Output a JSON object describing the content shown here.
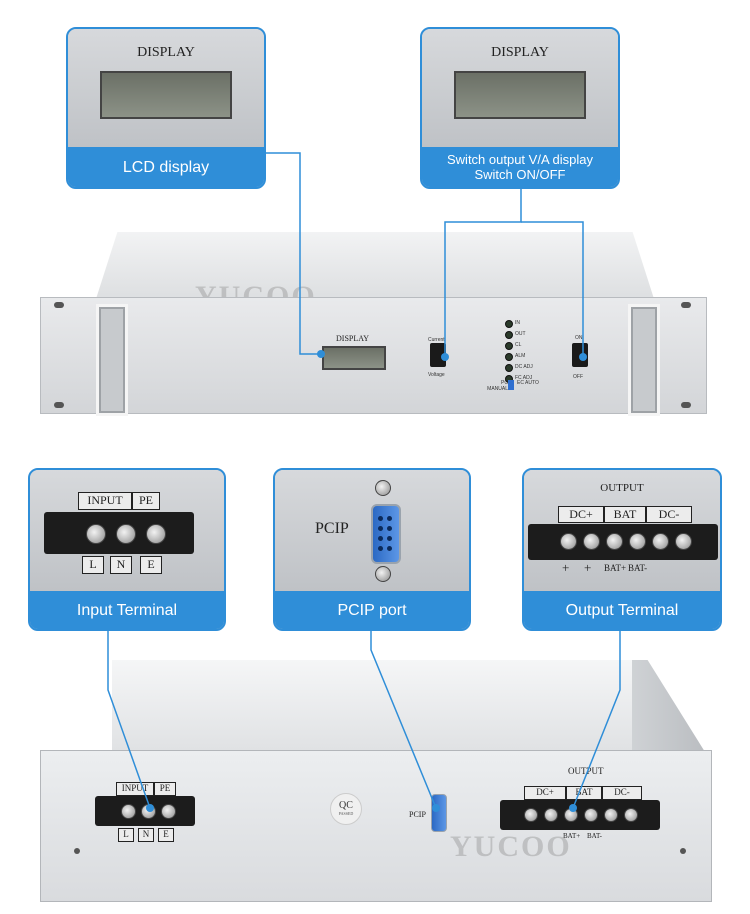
{
  "callouts": {
    "lcd_display": {
      "label": "LCD display",
      "panel_text": "DISPLAY"
    },
    "switch_display": {
      "label_line1": "Switch output V/A display",
      "label_line2": "Switch ON/OFF",
      "panel_text": "DISPLAY"
    },
    "input_terminal": {
      "label": "Input Terminal",
      "tag_input": "INPUT",
      "tag_pe": "PE",
      "mark_l": "L",
      "mark_n": "N",
      "mark_e": "E"
    },
    "pcip_port": {
      "label": "PCIP port",
      "panel_text": "PCIP"
    },
    "output_terminal": {
      "label": "Output Terminal",
      "header": "OUTPUT",
      "tag_dcplus": "DC+",
      "tag_bat": "BAT",
      "tag_dcminus": "DC-",
      "mark_plus1": "+",
      "mark_plus2": "+",
      "mark_batplus": "BAT+",
      "mark_batminus": "BAT-"
    }
  },
  "front_panel": {
    "watermark": "YUCOO",
    "display_label": "DISPLAY",
    "switch_left_top": "Current",
    "switch_left_bottom": "Voltage",
    "switch_right_top": "ON",
    "switch_right_bottom": "OFF",
    "leds": [
      "IN",
      "OUT",
      "CL",
      "ALM",
      "DC ADJ",
      "FC ADJ"
    ],
    "mode_left": "PC MANUAL",
    "mode_right": "EC AUTO"
  },
  "rear_panel": {
    "watermark": "YUCOO",
    "qc_sticker": "QC",
    "qc_sub": "PASSED",
    "pcip_text": "PCIP",
    "output_header": "OUTPUT",
    "tag_input": "INPUT",
    "tag_pe": "PE",
    "tag_dcplus": "DC+",
    "tag_bat": "BAT",
    "tag_dcminus": "DC-",
    "mark_l": "L",
    "mark_n": "N",
    "mark_e": "E",
    "mark_batplus": "BAT+",
    "mark_batminus": "BAT-"
  },
  "colors": {
    "accent": "#2f8ed8",
    "panel": "#e7e8ea"
  }
}
